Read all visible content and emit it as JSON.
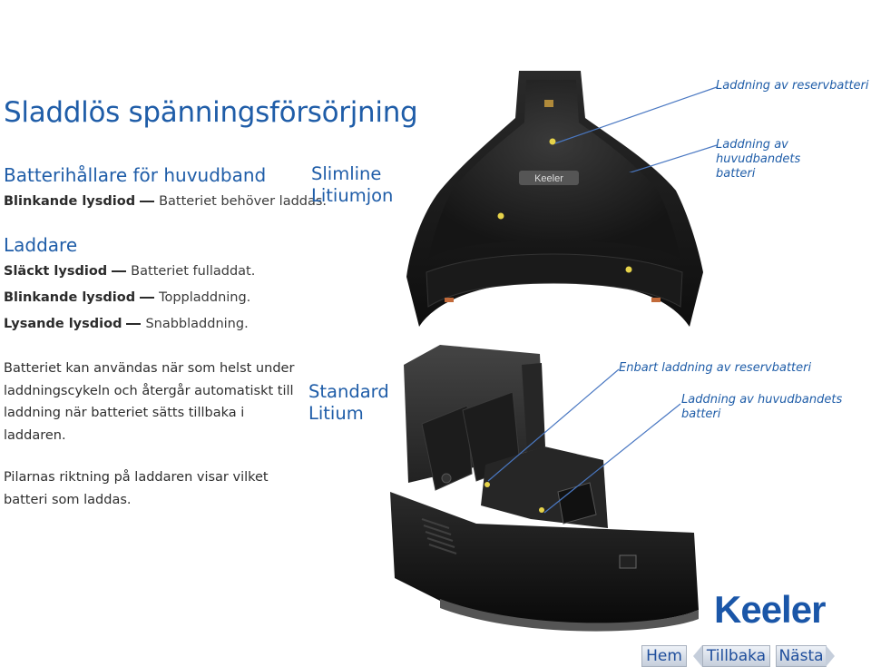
{
  "title": "Sladdlös spänningsförsörjning",
  "battery_holder": {
    "heading": "Batterihållare för huvudband",
    "row": {
      "bold": "Blinkande lysdiod",
      "text": "Batteriet behöver laddas."
    }
  },
  "slimline_label": {
    "line1": "Slimline",
    "line2": "Litiumjon"
  },
  "charger": {
    "heading": "Laddare",
    "rows": [
      {
        "bold": "Släckt lysdiod",
        "text": "Batteriet fulladdat."
      },
      {
        "bold": "Blinkande lysdiod",
        "text": "Toppladdning."
      },
      {
        "bold": "Lysande lysdiod",
        "text": "Snabbladdning."
      }
    ]
  },
  "top_callouts": {
    "reserve": "Laddning av reservbatteri",
    "main_line1": "Laddning av huvudbandets",
    "main_line2": "batteri"
  },
  "paragraph1": {
    "lines": [
      "Batteriet kan användas när som helst under",
      "laddningscykeln och återgår automatiskt till",
      "laddning när batteriet sätts tillbaka i",
      "laddaren."
    ]
  },
  "standard_label": {
    "line1": "Standard",
    "line2": "Litium"
  },
  "bottom_callouts": {
    "reserve_only": "Enbart laddning av reservbatteri",
    "main_line1": "Laddning av huvudbandets",
    "main_line2": "batteri"
  },
  "paragraph2": {
    "lines": [
      "Pilarnas riktning på laddaren visar vilket",
      "batteri som laddas."
    ]
  },
  "device_brand": "Keeler",
  "logo_text": "Keeler",
  "nav": {
    "home": "Hem",
    "back": "Tillbaka",
    "next": "Nästa"
  },
  "colors": {
    "heading_blue": "#1f5da8",
    "callout_line": "#4a78c2",
    "logo_blue": "#1a56a8"
  }
}
